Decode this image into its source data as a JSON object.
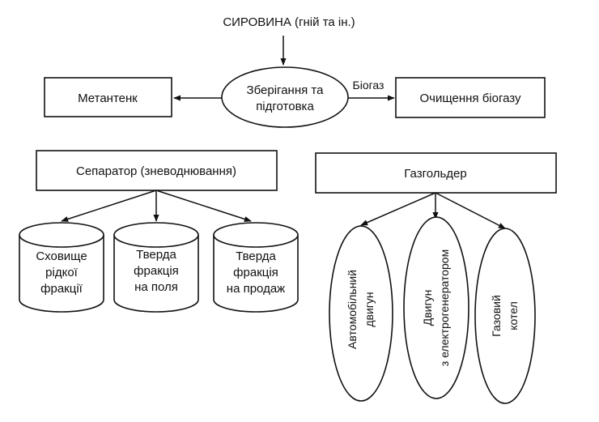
{
  "diagram": {
    "raw_material": "СИРОВИНА (гній та ін.)",
    "storage": {
      "line1": "Зберігання та",
      "line2": "підготовка"
    },
    "metatank": "Метантенк",
    "biogas_label": "Біогаз",
    "biogas_cleaning": "Очищення біогазу",
    "separator": "Сепаратор (зневоднювання)",
    "gasholder": "Газгольдер",
    "liquid_storage": {
      "line1": "Сховище",
      "line2": "рідкої",
      "line3": "фракції"
    },
    "solid_fields": {
      "line1": "Тверда",
      "line2": "фракція",
      "line3": "на поля"
    },
    "solid_sale": {
      "line1": "Тверда",
      "line2": "фракція",
      "line3": "на продаж"
    },
    "car_engine": {
      "line1": "Автомобільний",
      "line2": "двигун"
    },
    "generator_engine": {
      "line1": "Двигун",
      "line2": "з електрогенератором"
    },
    "gas_boiler": {
      "line1": "Газовий",
      "line2": "котел"
    }
  }
}
